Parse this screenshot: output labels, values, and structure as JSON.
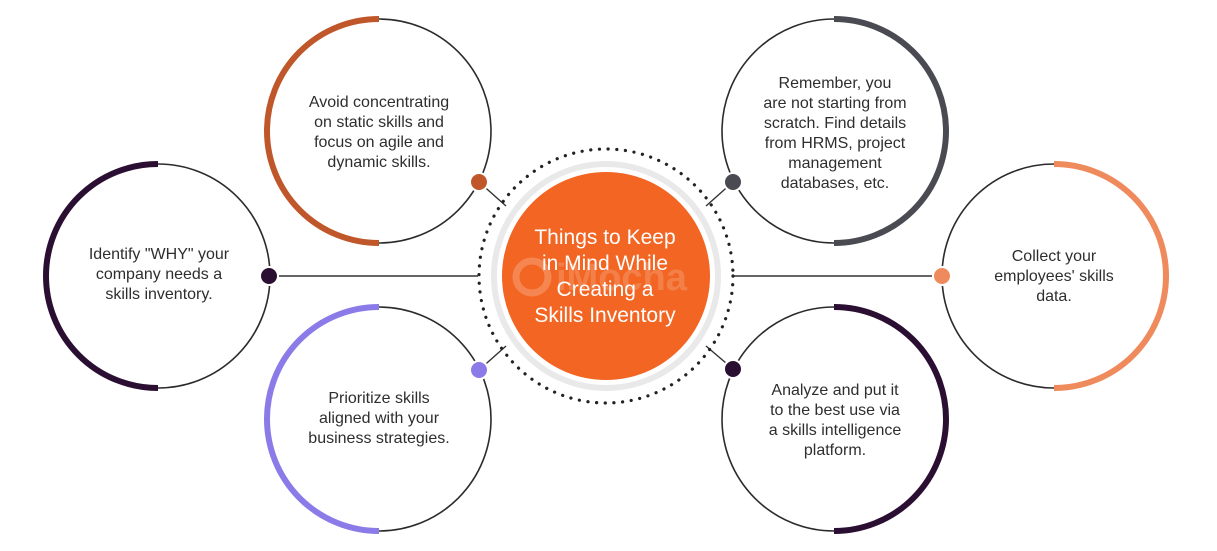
{
  "center": {
    "title": "Things to Keep\nin Mind While\nCreating a\nSkills Inventory",
    "color": "#f26522"
  },
  "watermark": {
    "text": "iMocha"
  },
  "nodes": [
    {
      "id": "why",
      "text": "Identify \"WHY\" your\ncompany needs a\nskills inventory.",
      "accent": "#2a0f33"
    },
    {
      "id": "static",
      "text": "Avoid concentrating\non static skills and\nfocus on agile and\ndynamic skills.",
      "accent": "#c0572a"
    },
    {
      "id": "prioritize",
      "text": "Prioritize skills\naligned with your\nbusiness strategies.",
      "accent": "#8b7be8"
    },
    {
      "id": "remember",
      "text": "Remember, you\nare not starting from\nscratch. Find details\nfrom HRMS, project\nmanagement\ndatabases, etc.",
      "accent": "#4a4a52"
    },
    {
      "id": "collect",
      "text": "Collect your\nemployees' skills\ndata.",
      "accent": "#ee8a5c"
    },
    {
      "id": "analyze",
      "text": "Analyze and put it\nto the best use via\na skills intelligence\nplatform.",
      "accent": "#2a0f33"
    }
  ]
}
